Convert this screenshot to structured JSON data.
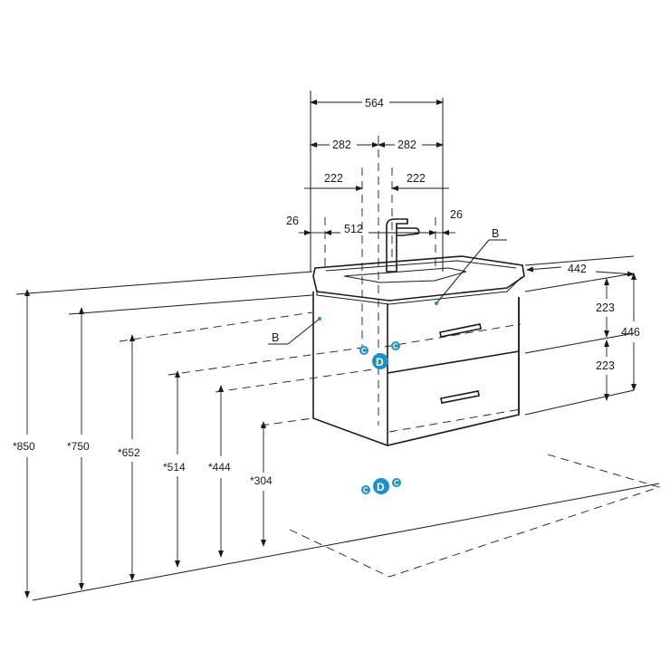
{
  "dimensions": {
    "total_width": "564",
    "half_left": "282",
    "half_right": "282",
    "offset_left": "222",
    "offset_right": "222",
    "mount_holes": "512",
    "edge_left": "26",
    "edge_right": "26",
    "depth": "442",
    "cabinet_height": "446",
    "drawer_top": "223",
    "drawer_bottom": "223"
  },
  "heights": {
    "h850": "*850",
    "h750": "*750",
    "h652": "*652",
    "h514": "*514",
    "h444": "*444",
    "h304": "*304"
  },
  "labels": {
    "b_right": "B",
    "b_left": "B"
  },
  "markers": {
    "cold": "C",
    "drain": "D",
    "hot": "C"
  },
  "colors": {
    "line": "#1a1a1a",
    "marker_blue": "#1e90c8"
  }
}
